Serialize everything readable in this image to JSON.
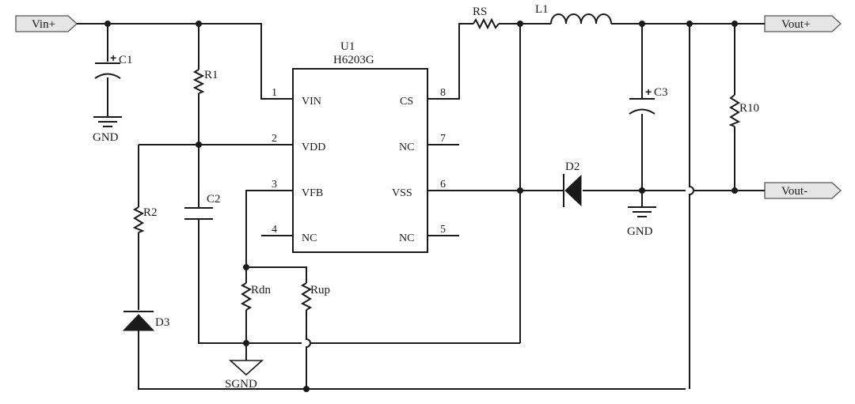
{
  "ports": {
    "vin_plus": "Vin+",
    "vout_plus": "Vout+",
    "vout_minus": "Vout-"
  },
  "ic": {
    "ref": "U1",
    "part": "H6203G",
    "pins": [
      {
        "num": "1",
        "name": "VIN"
      },
      {
        "num": "2",
        "name": "VDD"
      },
      {
        "num": "3",
        "name": "VFB"
      },
      {
        "num": "4",
        "name": "NC"
      },
      {
        "num": "8",
        "name": "CS"
      },
      {
        "num": "7",
        "name": "NC"
      },
      {
        "num": "6",
        "name": "VSS"
      },
      {
        "num": "5",
        "name": "NC"
      }
    ]
  },
  "components": {
    "c1": "C1",
    "r1": "R1",
    "r2": "R2",
    "c2": "C2",
    "d3": "D3",
    "rdn": "Rdn",
    "rup": "Rup",
    "rs": "RS",
    "l1": "L1",
    "d2": "D2",
    "c3": "C3",
    "r10": "R10"
  },
  "grounds": {
    "gnd_c1": "GND",
    "gnd_c3": "GND",
    "sgnd": "SGND"
  },
  "polarity_mark": "+"
}
